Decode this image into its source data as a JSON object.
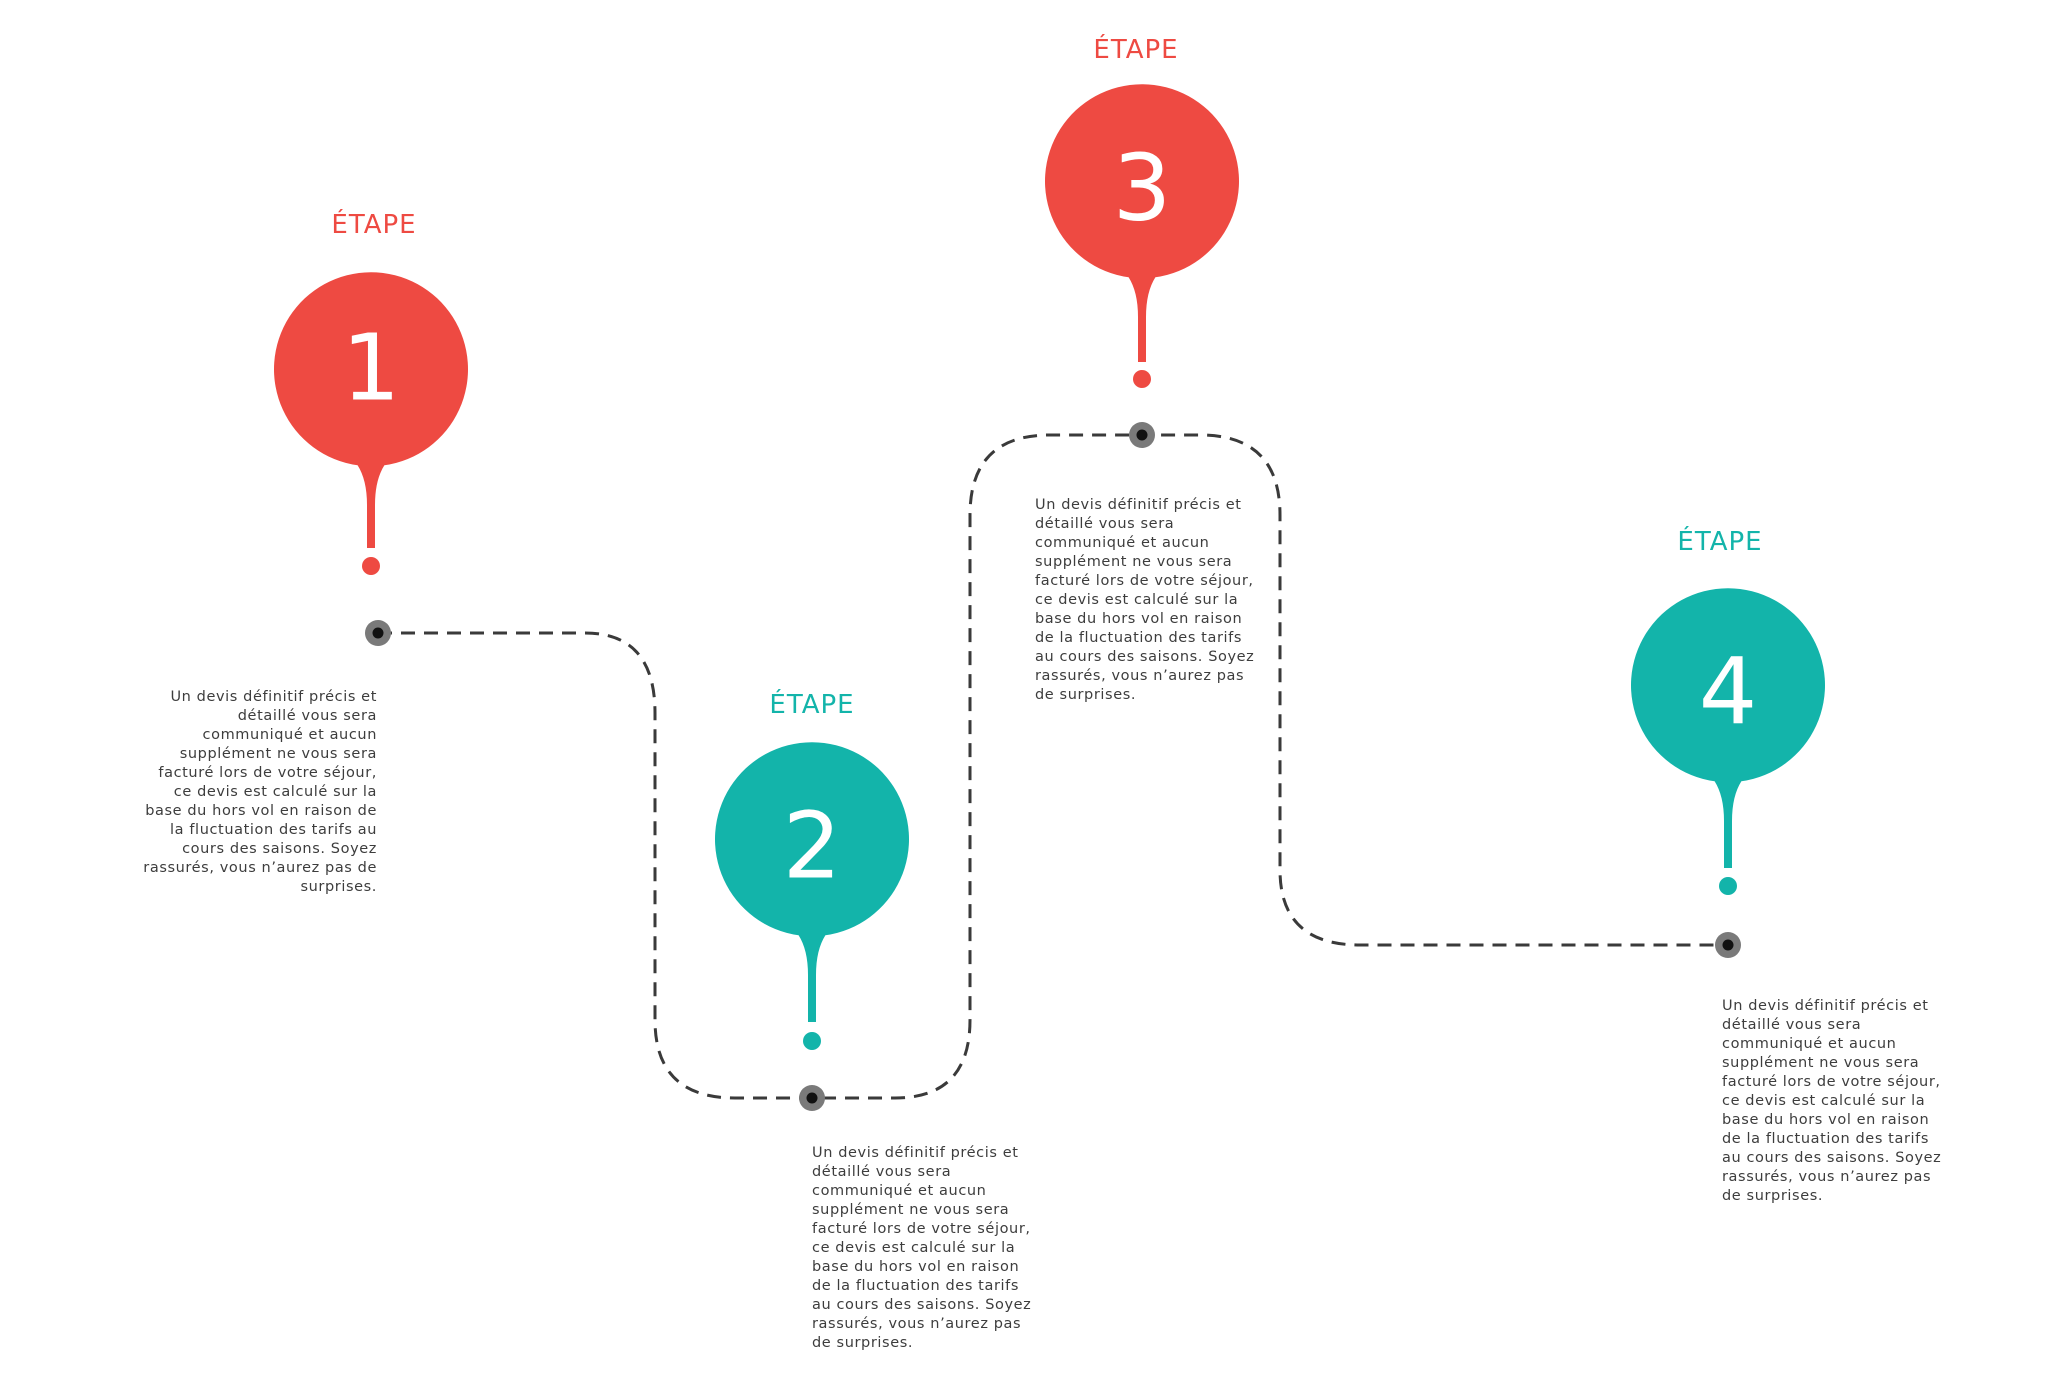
{
  "colors": {
    "red": "#ee4a42",
    "teal": "#13b4aa",
    "path": "#3a3a3a",
    "node_outer": "#7a7a7a",
    "node_inner": "#111111"
  },
  "steps": [
    {
      "label": "ÉTAPE",
      "number": "1",
      "color": "red",
      "description": "Un devis définitif précis et détaillé vous sera communiqué et  aucun supplément ne vous sera facturé lors de votre séjour, ce devis est calculé sur la base du hors vol en raison de la fluctuation des tarifs au cours des saisons. Soyez rassurés, vous n’aurez pas de surprises."
    },
    {
      "label": "ÉTAPE",
      "number": "2",
      "color": "teal",
      "description": "Un devis définitif précis et détaillé vous sera communiqué et  aucun supplément ne vous sera facturé lors de votre séjour, ce devis est calculé sur la base du hors vol en raison de la fluctuation des tarifs au cours des saisons. Soyez rassurés, vous n’aurez pas de surprises."
    },
    {
      "label": "ÉTAPE",
      "number": "3",
      "color": "red",
      "description": "Un devis définitif précis et détaillé vous sera communiqué et  aucun supplément ne vous sera facturé lors de votre séjour, ce devis est calculé sur la base du hors vol en raison de la fluctuation des tarifs au cours des saisons. Soyez rassurés, vous n’aurez pas de surprises."
    },
    {
      "label": "ÉTAPE",
      "number": "4",
      "color": "teal",
      "description": "Un devis définitif précis et détaillé vous sera communiqué et  aucun supplément ne vous sera facturé lors de votre séjour, ce devis est calculé sur la base du hors vol en raison de la fluctuation des tarifs au cours des saisons. Soyez rassurés, vous n’aurez pas de surprises."
    }
  ]
}
